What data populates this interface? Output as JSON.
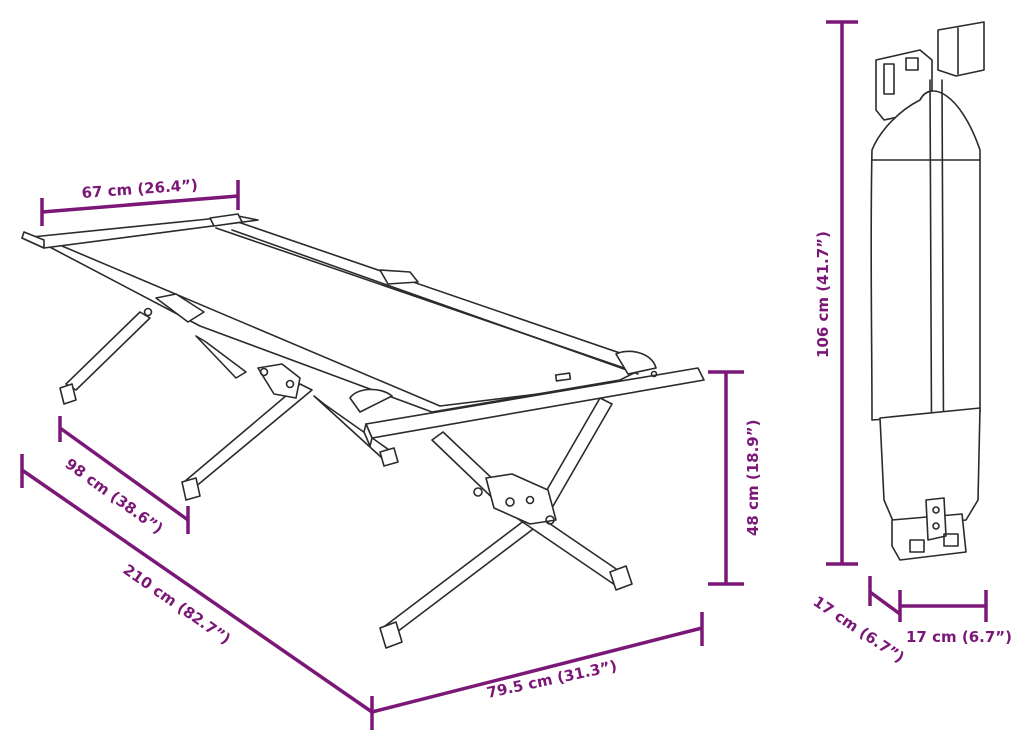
{
  "colors": {
    "dimension": "#7b1877",
    "line": "#2b2b2b",
    "background": "#ffffff"
  },
  "dimensions": {
    "bed_width": "67 cm (26.4”)",
    "leg_depth": "98 cm (38.6”)",
    "length": "210 cm (82.7”)",
    "footprint_width": "79.5 cm (31.3”)",
    "height": "48 cm (18.9”)",
    "folded_height": "106 cm (41.7”)",
    "folded_depth": "17 cm (6.7”)",
    "folded_width": "17 cm (6.7”)"
  }
}
